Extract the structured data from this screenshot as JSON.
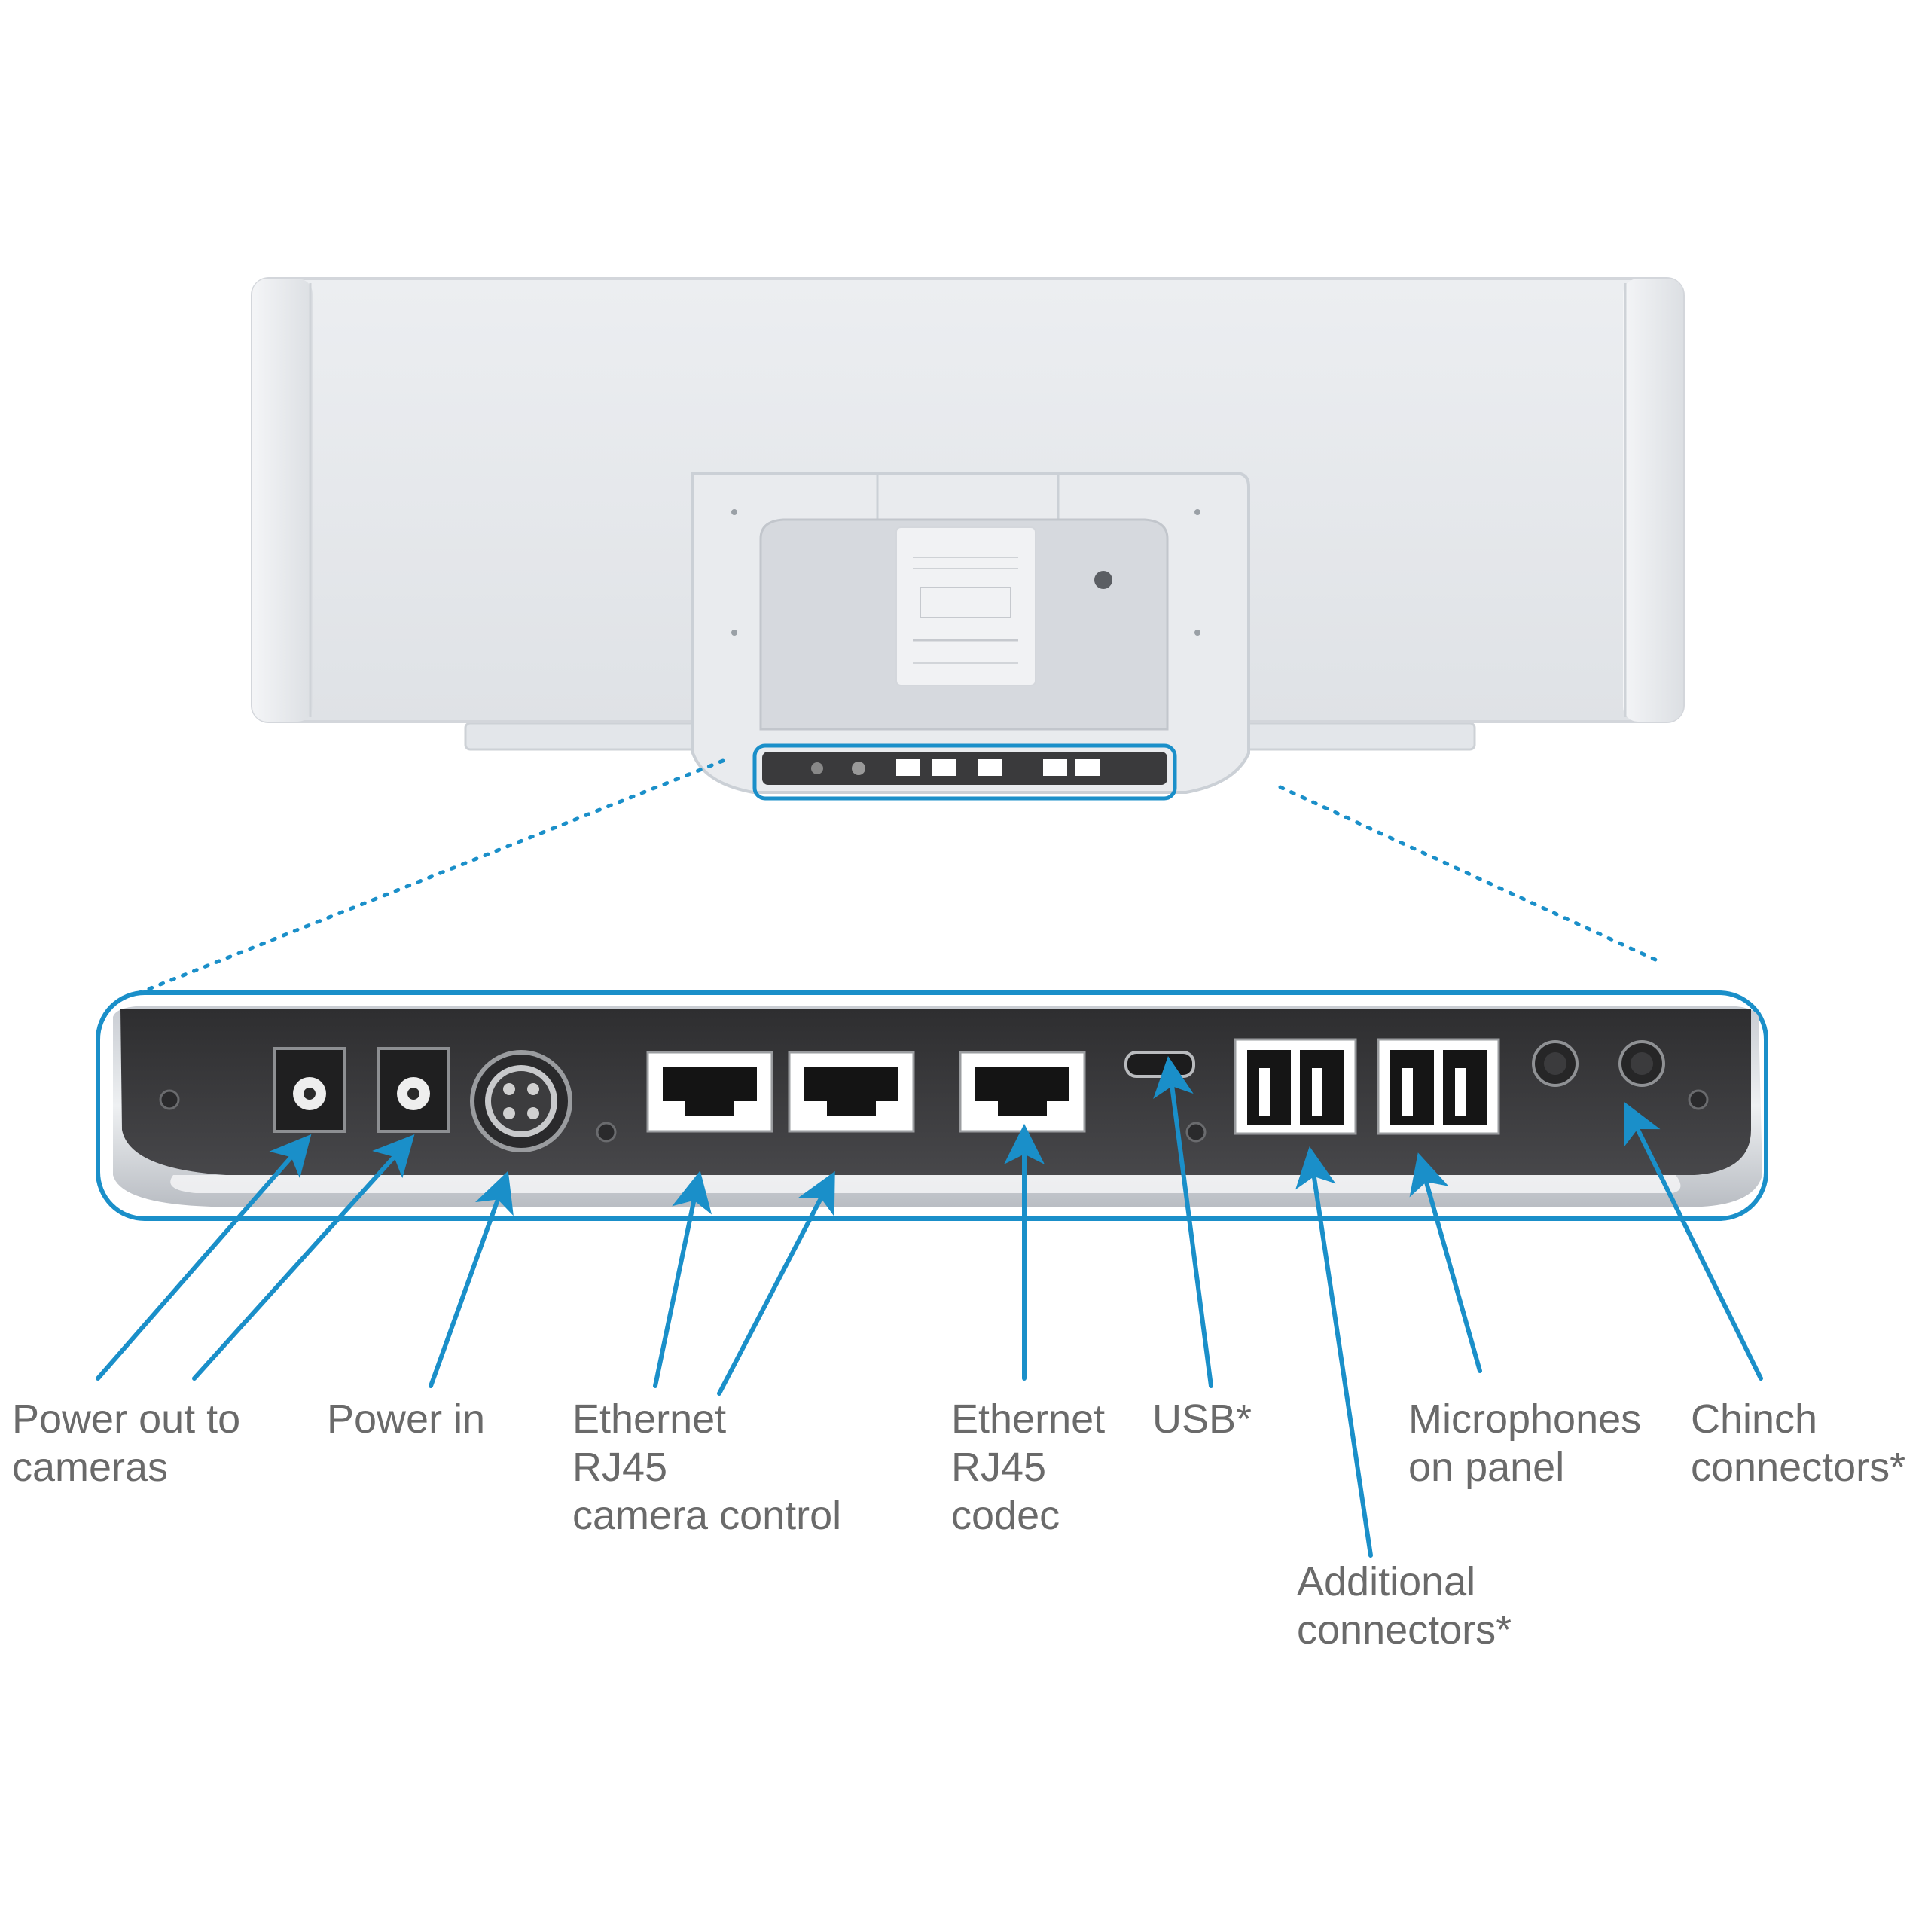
{
  "colors": {
    "accent": "#1a8fc9",
    "panel_dark": "#3a3a3c",
    "device_body": "#e6e8eb",
    "label_text": "#6a6a6a"
  },
  "labels": {
    "power_out": [
      "Power out to",
      "cameras"
    ],
    "power_in": [
      "Power in"
    ],
    "eth_camera": [
      "Ethernet",
      "RJ45",
      "camera control"
    ],
    "eth_codec": [
      "Ethernet",
      "RJ45",
      "codec"
    ],
    "usb": [
      "USB*"
    ],
    "additional": [
      "Additional",
      "connectors*"
    ],
    "microphones": [
      "Microphones",
      "on panel"
    ],
    "chinch": [
      "Chinch",
      "connectors*"
    ]
  },
  "icons": [
    "dc-barrel-jack-icon",
    "din-power-jack-icon",
    "rj45-port-icon",
    "micro-usb-port-icon",
    "euroblock-connector-icon",
    "rca-jack-icon",
    "callout-arrow-icon"
  ]
}
